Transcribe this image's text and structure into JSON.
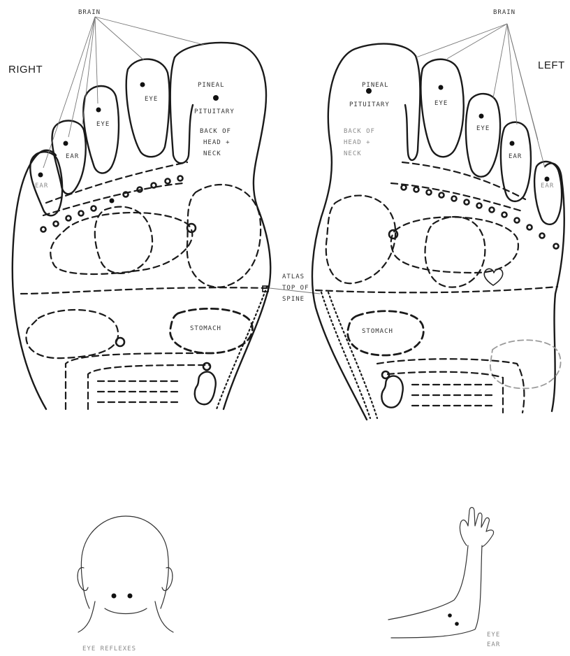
{
  "sides": {
    "right": "RIGHT",
    "left": "LEFT"
  },
  "labels": {
    "brain": "BRAIN",
    "eye": "EYE",
    "ear": "EAR",
    "pineal": "PINEAL",
    "pituitary": "PITUITARY",
    "back_of": "BACK OF",
    "head_plus": "HEAD +",
    "neck": "NECK",
    "atlas": "ATLAS",
    "top_of": "TOP OF",
    "spine": "SPINE",
    "stomach": "STOMACH",
    "eye_reflexes": "EYE REFLEXES"
  }
}
